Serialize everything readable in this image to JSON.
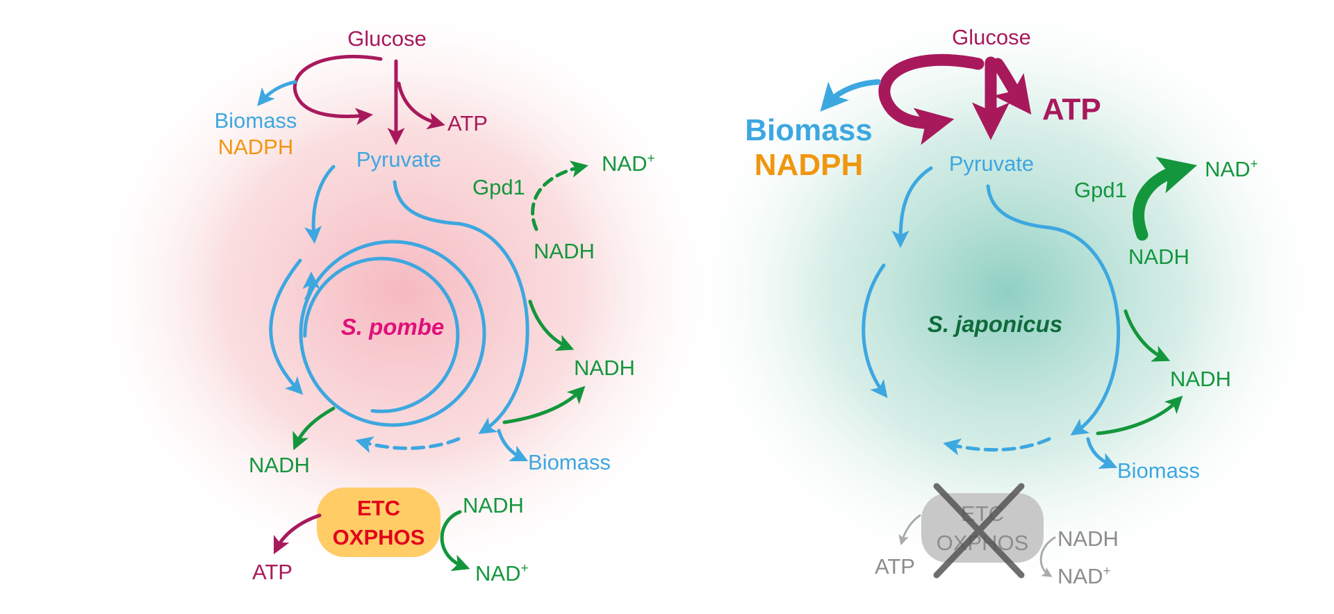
{
  "colors": {
    "magenta": "#A8195C",
    "blue": "#3DA7E0",
    "green": "#14963C",
    "orange": "#F0960F",
    "red": "#E3001B",
    "pink_title": "#E0107A",
    "dark_green_title": "#0E6B3A",
    "gray": "#8C8C8C",
    "etc_fill": "#FFCC66",
    "etc_gray_fill": "#C8C8C8"
  },
  "left_panel": {
    "organism": "S. pombe",
    "glucose": "Glucose",
    "atp_top": "ATP",
    "biomass_top": "Biomass",
    "nadph": "NADPH",
    "pyruvate": "Pyruvate",
    "gpd1": "Gpd1",
    "nad_plus_top": "NAD",
    "nadh_gpd1": "NADH",
    "nadh_right": "NADH",
    "nadh_left": "NADH",
    "biomass_bottom": "Biomass",
    "etc_line1": "ETC",
    "etc_line2": "OXPHOS",
    "nadh_etc": "NADH",
    "nad_plus_etc": "NAD",
    "atp_etc": "ATP"
  },
  "right_panel": {
    "organism": "S. japonicus",
    "glucose": "Glucose",
    "atp_top": "ATP",
    "biomass_top": "Biomass",
    "nadph": "NADPH",
    "pyruvate": "Pyruvate",
    "gpd1": "Gpd1",
    "nad_plus_top": "NAD",
    "nadh_gpd1": "NADH",
    "nadh_right": "NADH",
    "biomass_bottom": "Biomass",
    "etc_line1": "ETC",
    "etc_line2": "OXPHOS",
    "nadh_etc": "NADH",
    "nad_plus_etc": "NAD",
    "atp_etc": "ATP"
  },
  "superscript_plus": "+"
}
